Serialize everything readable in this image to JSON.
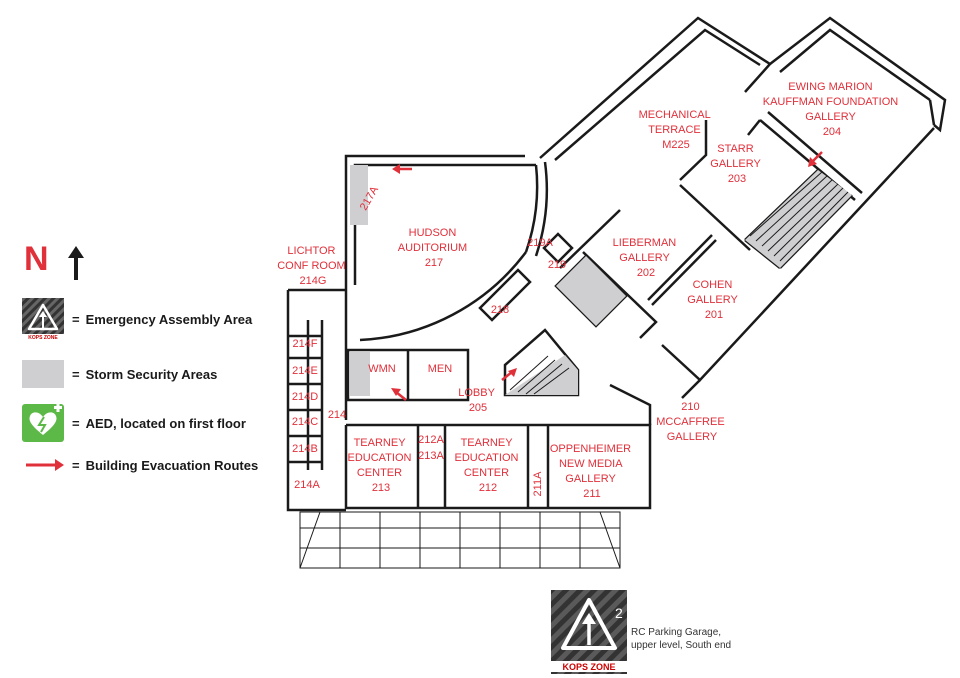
{
  "legend": {
    "north_letter": "N",
    "equals": "=",
    "items": [
      {
        "icon": "emergency-assembly-icon",
        "label": "Emergency Assembly Area"
      },
      {
        "icon": "storm-security-swatch",
        "label": "Storm Security Areas",
        "color": "#cfcfd2"
      },
      {
        "icon": "aed-icon",
        "label": "AED, located on first floor",
        "color": "#5cb947"
      },
      {
        "icon": "evacuation-arrow-icon",
        "label": "Building Evacuation Routes",
        "color": "#e0303a"
      }
    ],
    "kops_badge_text": "KOPS ZONE"
  },
  "colors": {
    "room_label": "#e0303a",
    "walls": "#1a1a1a",
    "evac": "#e0303a",
    "storm": "#cfcfd2"
  },
  "rooms": {
    "ewing": [
      "EWING MARION",
      "KAUFFMAN FOUNDATION",
      "GALLERY",
      "204"
    ],
    "mechanical": [
      "MECHANICAL",
      "TERRACE",
      "M225"
    ],
    "starr": [
      "STARR",
      "GALLERY",
      "203"
    ],
    "hudson": [
      "HUDSON",
      "AUDITORIUM",
      "217"
    ],
    "lichtor": [
      "LICHTOR",
      "CONF ROOM",
      "214G"
    ],
    "lieberman": [
      "LIEBERMAN",
      "GALLERY",
      "202"
    ],
    "cohen": [
      "COHEN",
      "GALLERY",
      "201"
    ],
    "r219a": "219A",
    "r219": "219",
    "r218": "218",
    "r217a": "217A",
    "wmn": "WMN",
    "men": "MEN",
    "lobby": [
      "LOBBY",
      "205"
    ],
    "r214": "214",
    "r214f": "214F",
    "r214e": "214E",
    "r214d": "214D",
    "r214c": "214C",
    "r214b": "214B",
    "r214a": "214A",
    "r212a": "212A",
    "r213a": "213A",
    "tearney213": [
      "TEARNEY",
      "EDUCATION",
      "CENTER",
      "213"
    ],
    "tearney212": [
      "TEARNEY",
      "EDUCATION",
      "CENTER",
      "212"
    ],
    "r211a": "211A",
    "oppenheimer": [
      "OPPENHEIMER",
      "NEW MEDIA",
      "GALLERY",
      "211"
    ],
    "mccaffree": [
      "210",
      "MCCAFFREE",
      "GALLERY"
    ]
  },
  "kops": {
    "superscript": "2",
    "badge_text": "KOPS ZONE",
    "caption_lines": [
      "RC Parking Garage,",
      "upper level, South end"
    ]
  }
}
